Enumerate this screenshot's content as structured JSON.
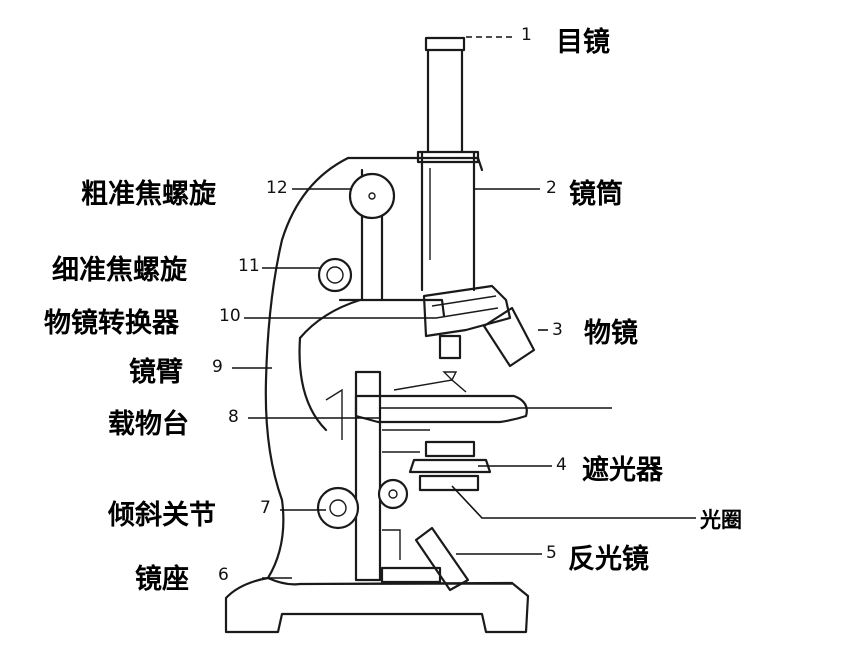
{
  "parts": [
    {
      "num": "1",
      "name": "目镜"
    },
    {
      "num": "2",
      "name": "镜筒"
    },
    {
      "num": "3",
      "name": "物镜"
    },
    {
      "num": "4",
      "name": "遮光器"
    },
    {
      "num": "5",
      "name": "反光镜"
    },
    {
      "num": "6",
      "name": "镜座"
    },
    {
      "num": "7",
      "name": "倾斜关节"
    },
    {
      "num": "8",
      "name": "载物台"
    },
    {
      "num": "9",
      "name": "镜臂"
    },
    {
      "num": "10",
      "name": "物镜转换器"
    },
    {
      "num": "11",
      "name": "细准焦螺旋"
    },
    {
      "num": "12",
      "name": "粗准焦螺旋"
    }
  ],
  "extra_label": "光圈"
}
